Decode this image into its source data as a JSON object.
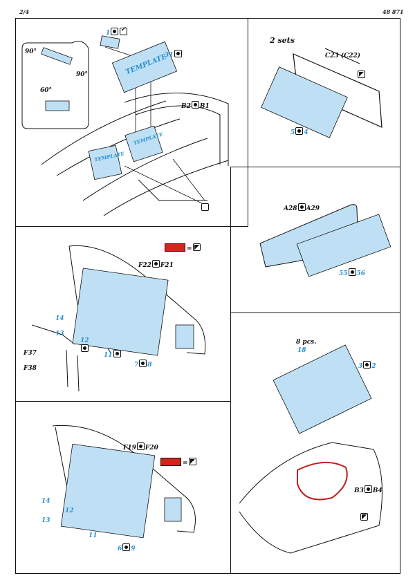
{
  "header": {
    "page": "2/4",
    "code": "48 871"
  },
  "colors": {
    "pe_blue": "#bfe0f4",
    "accent_blue": "#2a8fd0",
    "red": "#d0261c"
  },
  "p1": {
    "step_one": "1",
    "bend_90a": "90°",
    "bend_90b": "90°",
    "bend_60": "60°",
    "template_top": "TEMPLATE",
    "part_31": "31",
    "ref_b": "B2",
    "ref_b_alt": "B1",
    "template_left": "TEMPLATE",
    "template_right": "TEMPLATE"
  },
  "p2": {
    "sets": "2 sets",
    "ref_c": "C23 (C22)",
    "part_a": "5",
    "part_b": "4"
  },
  "p3": {
    "ref_a": "A28",
    "ref_a_alt": "A29",
    "part_a": "55",
    "part_b": "56"
  },
  "p4": {
    "ref_f": "F22",
    "ref_f_alt": "F21",
    "part_14": "14",
    "part_13": "13",
    "part_12": "12",
    "part_11": "11",
    "part_7": "7",
    "part_8": "8",
    "ref_f37": "F37",
    "ref_f38": "F38",
    "eq": "="
  },
  "p5": {
    "qty": "8 pcs.",
    "part_18": "18",
    "part_3": "3",
    "part_2": "2",
    "ref_b": "B3",
    "ref_b_alt": "B4"
  },
  "p6": {
    "ref_f": "F19",
    "ref_f_alt": "F20",
    "part_14": "14",
    "part_13": "13",
    "part_12": "12",
    "part_11": "11",
    "part_6": "6",
    "part_9": "9",
    "eq": "="
  }
}
